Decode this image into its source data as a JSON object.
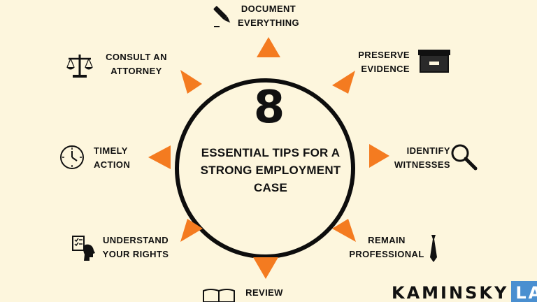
{
  "center": {
    "number": "8",
    "title": "ESSENTIAL TIPS FOR A STRONG EMPLOYMENT CASE"
  },
  "tips": {
    "document": "DOCUMENT\nEVERYTHING",
    "preserve": "PRESERVE\nEVIDENCE",
    "identify": "IDENTIFY\nWITNESSES",
    "remain": "REMAIN\nPROFESSIONAL",
    "review": "REVIEW",
    "understand": "UNDERSTAND\nYOUR RIGHTS",
    "timely": "TIMELY\nACTION",
    "consult": "CONSULT AN\nATTORNEY"
  },
  "icons": [
    "pen-icon",
    "evidence-box-icon",
    "magnifier-icon",
    "necktie-icon",
    "book-icon",
    "checklist-head-icon",
    "clock-icon",
    "scales-icon"
  ],
  "brand": {
    "name_part1": "KAMINSKY",
    "name_part2": "LAW"
  },
  "colors": {
    "background": "#fdf6dd",
    "accent": "#f47b20",
    "ink": "#111111",
    "brand_blue": "#4a8fd0"
  }
}
